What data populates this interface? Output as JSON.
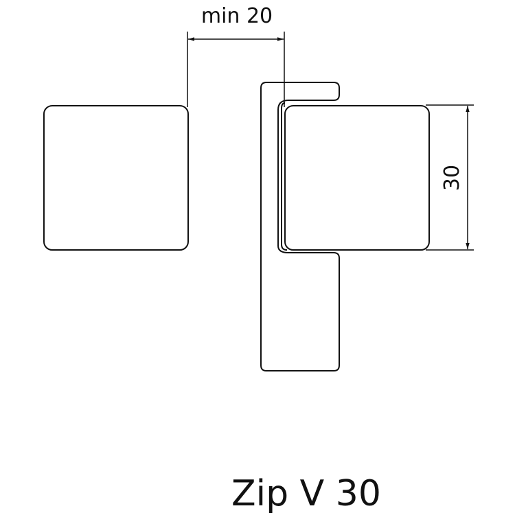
{
  "dimension_width": "min 20",
  "dimension_height": "30",
  "caption": "Zip V 30",
  "colors": {
    "stroke": "#111111",
    "background": "#ffffff"
  }
}
